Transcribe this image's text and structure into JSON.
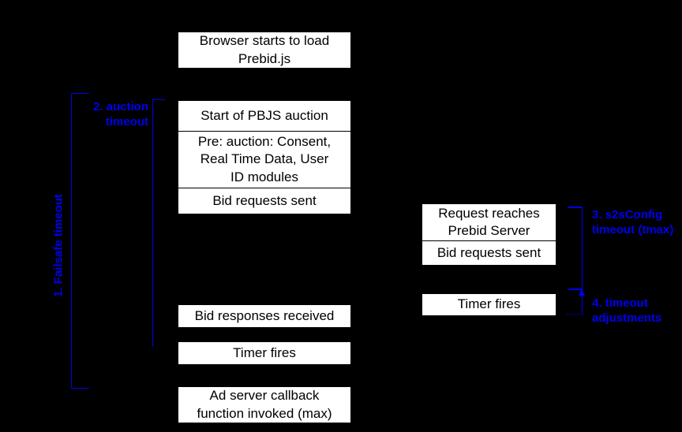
{
  "diagram": {
    "title": "Prebid.js timeout sequence diagram",
    "background_color": "#000000",
    "box_fill_color": "#ffffff",
    "box_text_color": "#000000",
    "annotation_color": "#0000ee"
  },
  "client_flow": {
    "browser_load": "Browser starts to load\nPrebid.js",
    "auction_stack": [
      "Start of PBJS auction",
      "Pre: auction: Consent,\nReal Time Data, User\nID modules",
      "Bid requests sent"
    ],
    "bid_responses": "Bid responses received",
    "timer_fires": "Timer fires",
    "ad_server_callback": "Ad server callback\nfunction invoked (max)"
  },
  "server_flow": {
    "server_stack": [
      "Request reaches\nPrebid Server",
      "Bid requests sent"
    ],
    "timer_fires": "Timer fires"
  },
  "annotations": {
    "failsafe_timeout": "1. Failsafe timeout",
    "auction_timeout": "2. auction\ntimeout",
    "s2s_config_timeout": "3. s2sConfig\ntimeout (tmax)",
    "timeout_adjustments": "4. timeout\nadjustments"
  }
}
